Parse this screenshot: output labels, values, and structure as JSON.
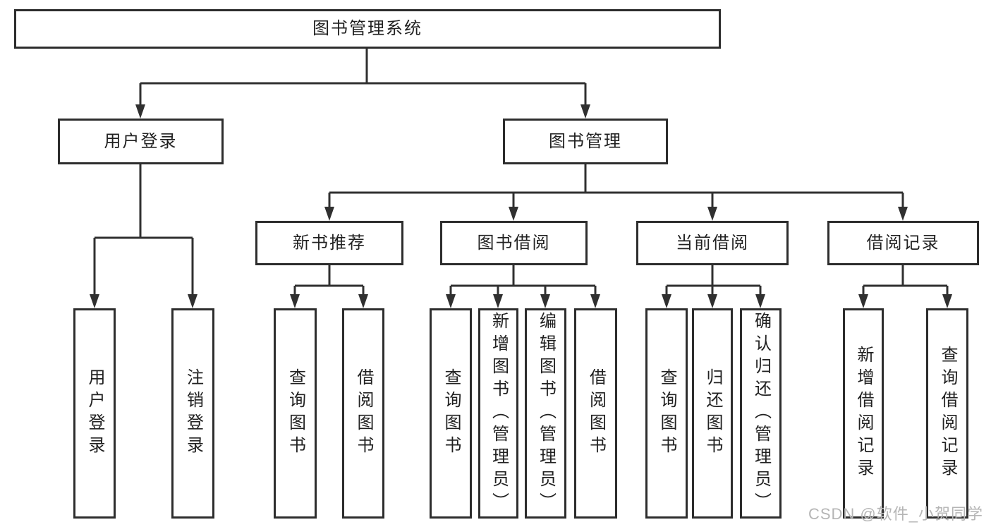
{
  "tree": {
    "label": "图书管理系统",
    "children": [
      {
        "label": "用户登录",
        "children": [
          {
            "label": "用户登录"
          },
          {
            "label": "注销登录"
          }
        ]
      },
      {
        "label": "图书管理",
        "children": [
          {
            "label": "新书推荐",
            "children": [
              {
                "label": "查询图书"
              },
              {
                "label": "借阅图书"
              }
            ]
          },
          {
            "label": "图书借阅",
            "children": [
              {
                "label": "查询图书"
              },
              {
                "label": "新增图书（管理员）"
              },
              {
                "label": "编辑图书（管理员）"
              },
              {
                "label": "借阅图书"
              }
            ]
          },
          {
            "label": "当前借阅",
            "children": [
              {
                "label": "查询图书"
              },
              {
                "label": "归还图书"
              },
              {
                "label": "确认归还（管理员）"
              }
            ]
          },
          {
            "label": "借阅记录",
            "children": [
              {
                "label": "新增借阅记录"
              },
              {
                "label": "查询借阅记录"
              }
            ]
          }
        ]
      }
    ]
  },
  "watermark": {
    "text": "CSDN @软件_小贺同学",
    "color": "#b5b5b5"
  },
  "colors": {
    "line": "#303030",
    "box_border": "#2d2d2d",
    "text": "#212121",
    "watermark": "#b5b5b5",
    "background": "#ffffff"
  }
}
